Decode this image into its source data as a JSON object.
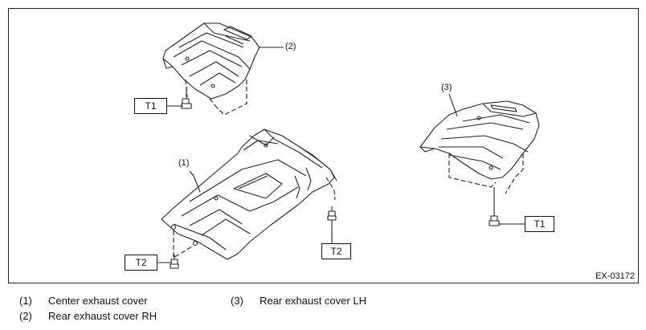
{
  "figure": {
    "id": "EX-03172",
    "callouts": [
      "(1)",
      "(2)",
      "(3)"
    ],
    "torque_labels": {
      "t1_top": "T1",
      "t1_right": "T1",
      "t2_left": "T2",
      "t2_right": "T2"
    }
  },
  "legend": [
    {
      "num": "(1)",
      "text": "Center exhaust cover"
    },
    {
      "num": "(2)",
      "text": "Rear exhaust cover RH"
    },
    {
      "num": "(3)",
      "text": "Rear exhaust cover LH"
    }
  ]
}
